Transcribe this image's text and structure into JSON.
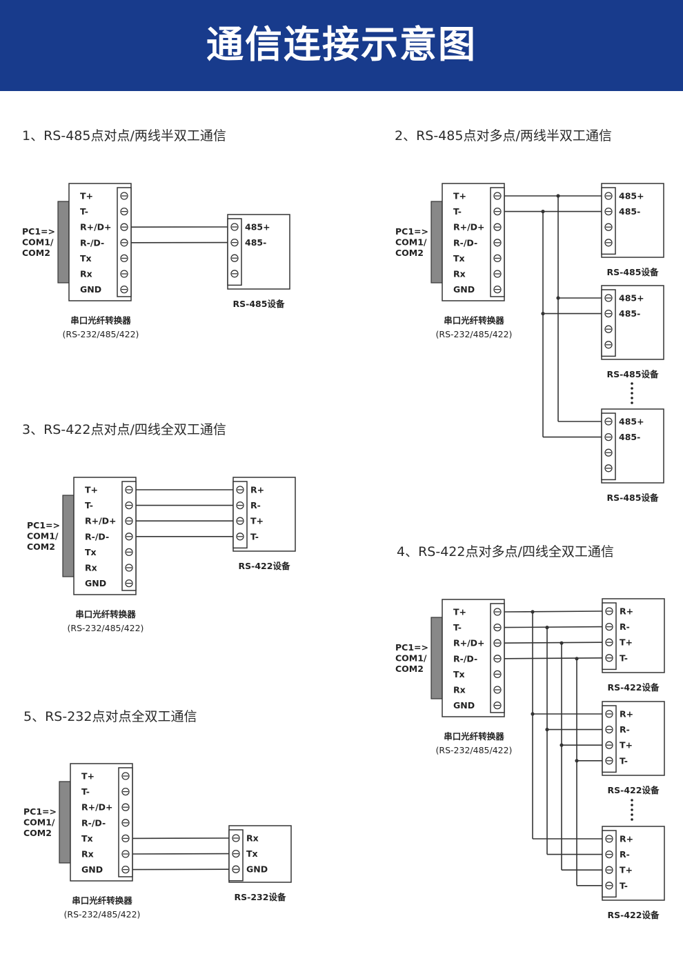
{
  "page_title": "通信连接示意图",
  "colors": {
    "banner": "#183b8c",
    "line": "#333333",
    "connector": "#888888"
  },
  "converter": {
    "pc_label": [
      "PC1=>",
      "COM1/",
      "COM2"
    ],
    "pins": [
      "T+",
      "T-",
      "R+/D+",
      "R-/D-",
      "Tx",
      "Rx",
      "GND"
    ],
    "caption": [
      "串口光纤转换器",
      "(RS-232/485/422)"
    ]
  },
  "sections": [
    {
      "title": "1、RS-485点对点/两线半双工通信",
      "device_pins": [
        "485+",
        "485-",
        "",
        ""
      ],
      "device_label": "RS-485设备",
      "device_count": 1
    },
    {
      "title": "2、RS-485点对多点/两线半双工通信",
      "device_pins": [
        "485+",
        "485-",
        "",
        ""
      ],
      "device_label": "RS-485设备",
      "device_count": 3
    },
    {
      "title": "3、RS-422点对点/四线全双工通信",
      "device_pins": [
        "R+",
        "R-",
        "T+",
        "T-"
      ],
      "device_label": "RS-422设备",
      "device_count": 1
    },
    {
      "title": "4、RS-422点对多点/四线全双工通信",
      "device_pins": [
        "R+",
        "R-",
        "T+",
        "T-"
      ],
      "device_label": "RS-422设备",
      "device_count": 3
    },
    {
      "title": "5、RS-232点对点全双工通信",
      "device_pins": [
        "Rx",
        "Tx",
        "GND"
      ],
      "device_label": "RS-232设备",
      "device_count": 1
    }
  ]
}
